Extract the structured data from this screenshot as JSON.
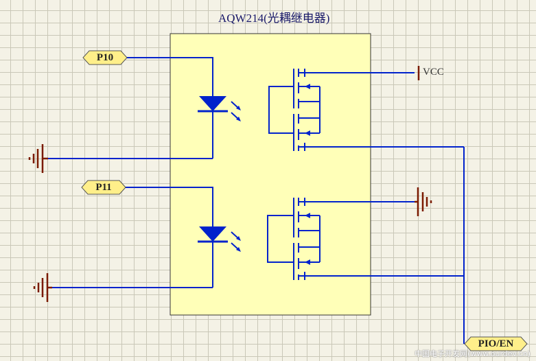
{
  "title": "AQW214(光耦继电器)",
  "ports": {
    "p10": "P10",
    "p11": "P11",
    "pio": "PIO/EN"
  },
  "power": {
    "vcc": "VCC"
  },
  "watermark": "中国电子开发网(www.ourdev.cn)",
  "colors": {
    "body_fill": "#ffffb8",
    "wire": "#0022cc",
    "ground": "#7a1a00",
    "port_fill": "#ffef8a"
  },
  "icons": [
    "led-icon",
    "ground-icon",
    "mosfet-icon",
    "vcc-icon"
  ]
}
